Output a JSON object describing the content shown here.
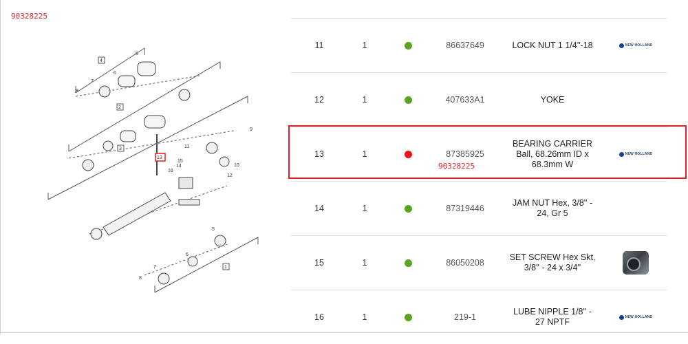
{
  "reference_top": "90328225",
  "reference_row": "90328225",
  "diagram": {
    "callouts": [
      "4",
      "2",
      "3",
      "1",
      "13"
    ],
    "small_labels": [
      "8",
      "7",
      "6",
      "5",
      "15",
      "14",
      "16",
      "11",
      "10",
      "12",
      "9",
      "8",
      "7",
      "6",
      "5"
    ]
  },
  "rows": [
    {
      "item": "11",
      "qty": "1",
      "status": "green",
      "part": "86637649",
      "desc": "LOCK NUT 1 1/4''-18",
      "brand": "NEW HOLLAND"
    },
    {
      "item": "12",
      "qty": "1",
      "status": "green",
      "part": "407633A1",
      "desc": "YOKE",
      "brand": ""
    },
    {
      "item": "13",
      "qty": "1",
      "status": "red",
      "part": "87385925",
      "desc": "BEARING CARRIER Ball, 68.26mm ID x 68.3mm W",
      "brand": "NEW HOLLAND"
    },
    {
      "item": "14",
      "qty": "1",
      "status": "green",
      "part": "87319446",
      "desc": "JAM NUT Hex, 3/8'' - 24, Gr 5",
      "brand": ""
    },
    {
      "item": "15",
      "qty": "1",
      "status": "green",
      "part": "86050208",
      "desc": "SET SCREW Hex Skt, 3/8'' - 24 x 3/4''",
      "brand": "image"
    },
    {
      "item": "16",
      "qty": "1",
      "status": "green",
      "part": "219-1",
      "desc": "LUBE NIPPLE 1/8'' - 27 NPTF",
      "brand": "NEW HOLLAND"
    }
  ],
  "colors": {
    "green": "#5aa51f",
    "red": "#e8161c",
    "highlight": "#e01f26"
  }
}
